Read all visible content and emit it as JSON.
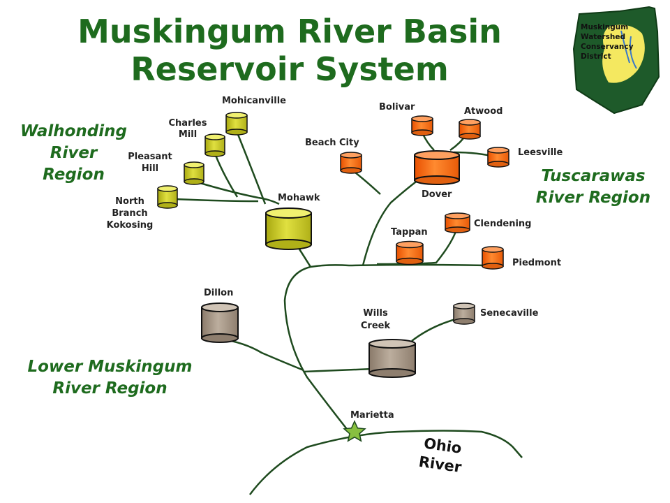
{
  "title": {
    "line1": "Muskingum River Basin",
    "line2": "Reservoir System"
  },
  "logo": {
    "lines": [
      "Muskingum",
      "Watershed",
      "Conservancy",
      "District"
    ]
  },
  "regions": {
    "walhonding": [
      "Walhonding",
      "River",
      "Region"
    ],
    "tuscarawas": [
      "Tuscarawas",
      "River Region"
    ],
    "lower": [
      "Lower Muskingum",
      "River Region"
    ]
  },
  "reservoirs": {
    "mohicanville": "Mohicanville",
    "charles_mill": [
      "Charles",
      "Mill"
    ],
    "pleasant_hill": [
      "Pleasant",
      "Hill"
    ],
    "north_branch": [
      "North",
      "Branch",
      "Kokosing"
    ],
    "mohawk": "Mohawk",
    "beach_city": "Beach City",
    "bolivar": "Bolivar",
    "atwood": "Atwood",
    "leesville": "Leesville",
    "dover": "Dover",
    "tappan": "Tappan",
    "clendening": "Clendening",
    "piedmont": "Piedmont",
    "dillon": "Dillon",
    "wills_creek": [
      "Wills",
      "Creek"
    ],
    "senecaville": "Senecaville"
  },
  "marietta": "Marietta",
  "ohio_river": [
    "Ohio",
    "River"
  ],
  "colors": {
    "walhonding": "#c8c81e",
    "tuscarawas": "#ff6a10",
    "lower": "#a89888",
    "river": "#1e4a1e",
    "title": "#1e6b1e"
  }
}
